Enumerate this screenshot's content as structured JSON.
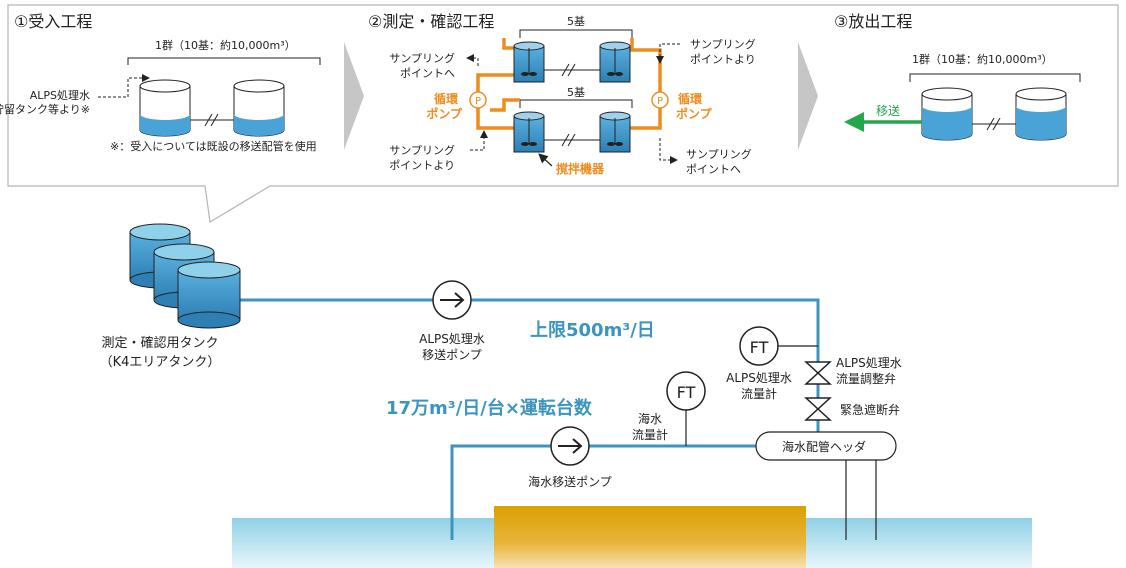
{
  "process": {
    "step1": {
      "title": "①受入工程",
      "group": "1群（10基：約10,000m³）",
      "source_line1": "ALPS処理水",
      "source_line2": "貯留タンク等より※",
      "note": "※：受入については既設の移送配管を使用"
    },
    "step2": {
      "title": "②測定・確認工程",
      "count_top": "5基",
      "count_bottom": "5基",
      "sample_out_left_1": "サンプリング",
      "sample_out_left_2": "ポイントへ",
      "sample_in_right_1": "サンプリング",
      "sample_in_right_2": "ポイントより",
      "pump_left_1": "循環",
      "pump_left_2": "ポンプ",
      "pump_right_1": "循環",
      "pump_right_2": "ポンプ",
      "pump_symbol": "P",
      "sample_in_left_1": "サンプリング",
      "sample_in_left_2": "ポイントより",
      "sample_out_right_1": "サンプリング",
      "sample_out_right_2": "ポイントへ",
      "mixer": "撹拌機器"
    },
    "step3": {
      "title": "③放出工程",
      "group": "1群（10基：約10,000m³）",
      "transfer": "移送"
    }
  },
  "flow": {
    "tank_line1": "測定・確認用タンク",
    "tank_line2": "（K4エリアタンク）",
    "alps_pump_line1": "ALPS処理水",
    "alps_pump_line2": "移送ポンプ",
    "alps_limit": "上限500m³/日",
    "ft_symbol": "FT",
    "alps_meter_line1": "ALPS処理水",
    "alps_meter_line2": "流量計",
    "alps_valve_line1": "ALPS処理水",
    "alps_valve_line2": "流量調整弁",
    "emergency_valve": "緊急遮断弁",
    "seawater_rate": "17万m³/日/台×運転台数",
    "seawater_meter_line1": "海水",
    "seawater_meter_line2": "流量計",
    "header": "海水配管ヘッダ",
    "seawater_pump": "海水移送ポンプ"
  },
  "colors": {
    "pipe": "#3b95c0",
    "accent_blue": "#3b95c0",
    "orange": "#ee8c1e",
    "green": "#22a74a",
    "water_light": "#bfe4f0",
    "water": "#4aa3d6",
    "gold": "#e0a100"
  }
}
